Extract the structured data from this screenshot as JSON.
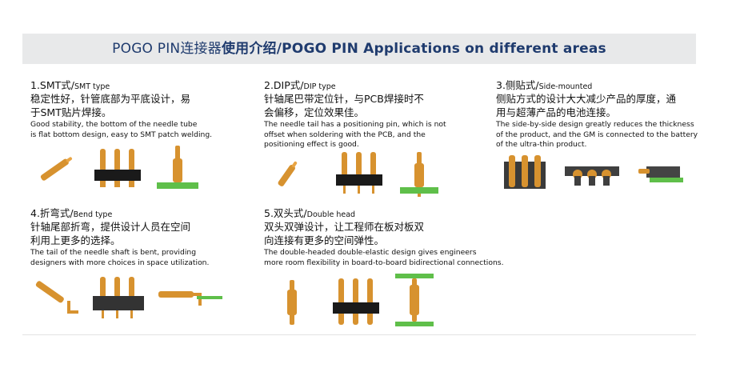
{
  "banner": {
    "title_light": "POGO PIN连接器",
    "title_bold": "使用介绍/POGO PIN Applications on different areas"
  },
  "sections": [
    {
      "heading": "1.SMT式/",
      "heading_en": "SMT type",
      "cn_lines": [
        "稳定性好，针管底部为平底设计，易",
        "于SMT贴片焊接。"
      ],
      "en_lines": [
        "Good stability, the bottom of the needle tube",
        "is flat bottom design, easy to SMT patch welding."
      ]
    },
    {
      "heading": "2.DIP式/",
      "heading_en": "DIP type",
      "cn_lines": [
        "针轴尾巴带定位针，与PCB焊接时不",
        "会偏移，定位效果佳。"
      ],
      "en_lines": [
        "The needle tail has a positioning pin, which is not",
        "offset when soldering with the PCB, and the",
        "positioning effect is good."
      ]
    },
    {
      "heading": "3.侧贴式/",
      "heading_en": "Side-mounted",
      "cn_lines": [
        "侧贴方式的设计大大减少产品的厚度，通",
        "用与超薄产品的电池连接。"
      ],
      "en_lines": [
        "The side-by-side design greatly reduces the thickness",
        "of the product, and the GM is connected to the battery",
        "of the ultra-thin product."
      ]
    },
    {
      "heading": "4.折弯式/",
      "heading_en": "Bend type",
      "cn_lines": [
        "针轴尾部折弯，提供设计人员在空间",
        "利用上更多的选择。"
      ],
      "en_lines": [
        "The tail of the needle shaft is bent, providing",
        "designers with more choices in space utilization."
      ]
    },
    {
      "heading": "5.双头式/",
      "heading_en": "Double head",
      "cn_lines": [
        "双头双弹设计，让工程师在板对板双",
        "向连接有更多的空间弹性。"
      ],
      "en_lines": [
        "The double-headed double-elastic design gives engineers",
        "more room flexibility in board-to-board bidirectional connections."
      ]
    }
  ],
  "colors": {
    "banner_bg": "#e8e9ea",
    "banner_text": "#1f3b6e",
    "gold": "#d7922f",
    "pcb_green": "#5fbf4a",
    "insulator": "#1a1a1a"
  }
}
